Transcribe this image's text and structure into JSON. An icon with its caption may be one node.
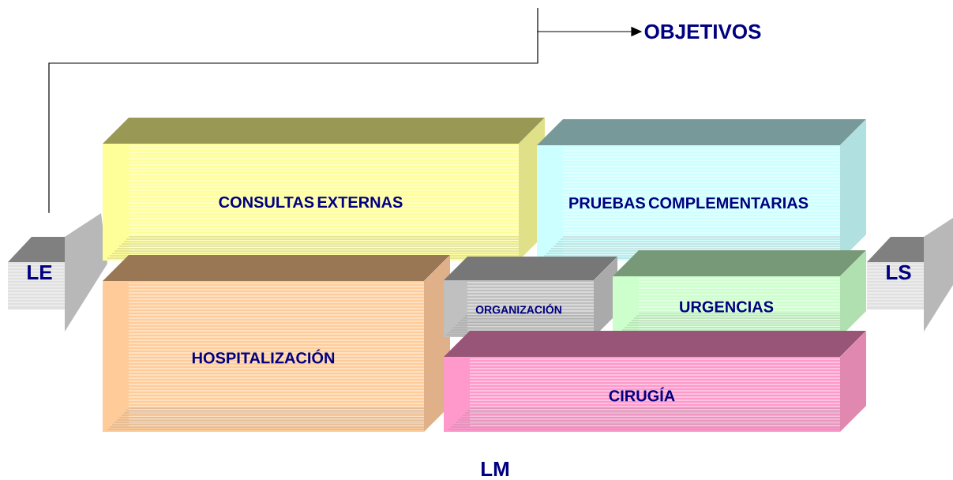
{
  "diagram": {
    "nodes": [
      {
        "text": [
          "LE"
        ]
      },
      {
        "text": [
          "CONSULTAS EXTERNAS"
        ]
      },
      {
        "text": [
          "PRUEBAS COMPLEMENTARIAS"
        ]
      },
      {
        "text": [
          "HOSPITALIZACIÓN"
        ]
      },
      {
        "text": [
          "ORGANIZACIÓN"
        ]
      },
      {
        "text": [
          "URGENCIAS"
        ]
      },
      {
        "text": [
          "CIRUGÍA"
        ]
      },
      {
        "text": [
          "LS"
        ]
      },
      {
        "text": [
          "OBJETIVOS"
        ]
      }
    ],
    "edges": [
      {
        "from": 0,
        "to": 8,
        "arrow": "to"
      }
    ],
    "labels": [
      "LM"
    ]
  }
}
